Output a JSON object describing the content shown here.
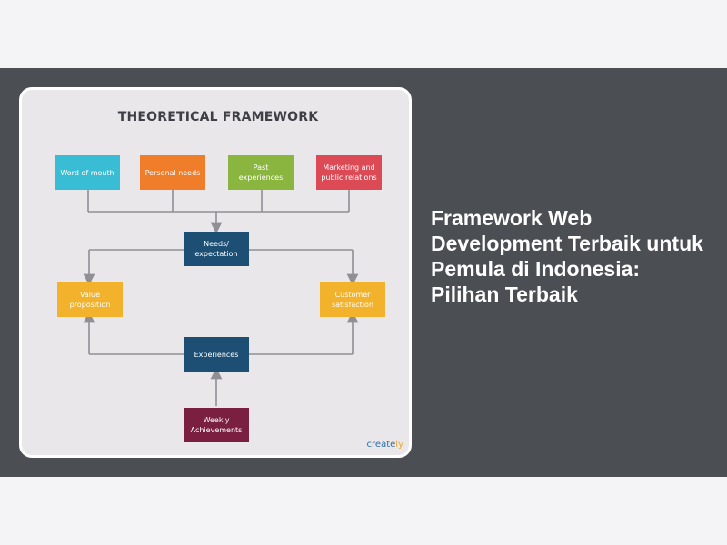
{
  "article": {
    "headline": "Framework Web Development Terbaik untuk Pemula di Indonesia: Pilihan Terbaik"
  },
  "framework_image": {
    "title": "THEORETICAL FRAMEWORK",
    "nodes": {
      "word_of_mouth": "Word of mouth",
      "personal_needs": "Personal needs",
      "past_experiences": "Past experiences",
      "marketing": "Marketing and public relations",
      "needs_expectation": "Needs/ expectation",
      "value_proposition": "Value proposition",
      "customer_satisfaction": "Customer satisfaction",
      "experiences": "Experiences",
      "weekly_achievements": "Weekly Achievements"
    },
    "brand": {
      "prefix": "create",
      "suffix": "ly"
    },
    "colors": {
      "cyan": "#38bdd4",
      "orange": "#f07d2a",
      "green": "#8ab53e",
      "red": "#dc4a55",
      "navy": "#1d4f74",
      "yellow": "#f2b22b",
      "maroon": "#7a1f3f",
      "connector": "#8f8f94"
    }
  }
}
